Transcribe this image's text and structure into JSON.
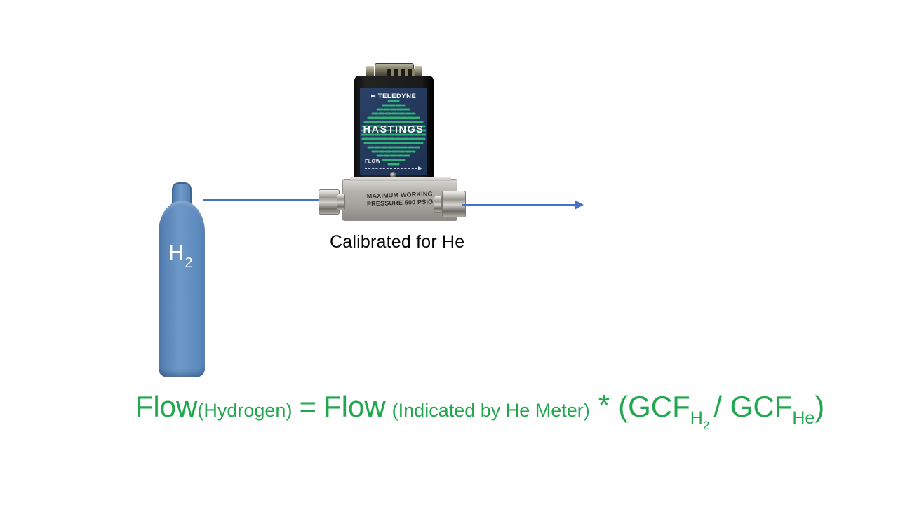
{
  "cylinder": {
    "element": "H",
    "subscript": "2"
  },
  "meter": {
    "brand": "TELEDYNE",
    "model": "HASTINGS",
    "flow_label": "FLOW",
    "base_label_line1": "MAXIMUM WORKING",
    "base_label_line2": "PRESSURE 500 PSIG"
  },
  "caption": "Calibrated for He",
  "formula": {
    "flow1": "Flow",
    "flow1_sub": "(Hydrogen)",
    "equals": "=",
    "flow2": "Flow",
    "flow2_sub": "(Indicated by He Meter)",
    "operator": "*",
    "gcf_open": "(GCF",
    "gcf1_sub": "H",
    "gcf1_subsub": "2",
    "gcf_divide": "/ GCF",
    "gcf2_sub": "He",
    "gcf_close": ")"
  },
  "colors": {
    "formula_green": "#21A74F",
    "arrow_blue": "#4472C4",
    "cylinder_blue": "#5B87BB",
    "faceplate_navy": "#25395D",
    "wave_green": "#2FB377",
    "meter_body_black": "#1A1A1A",
    "base_silver": "#A5A49E"
  }
}
